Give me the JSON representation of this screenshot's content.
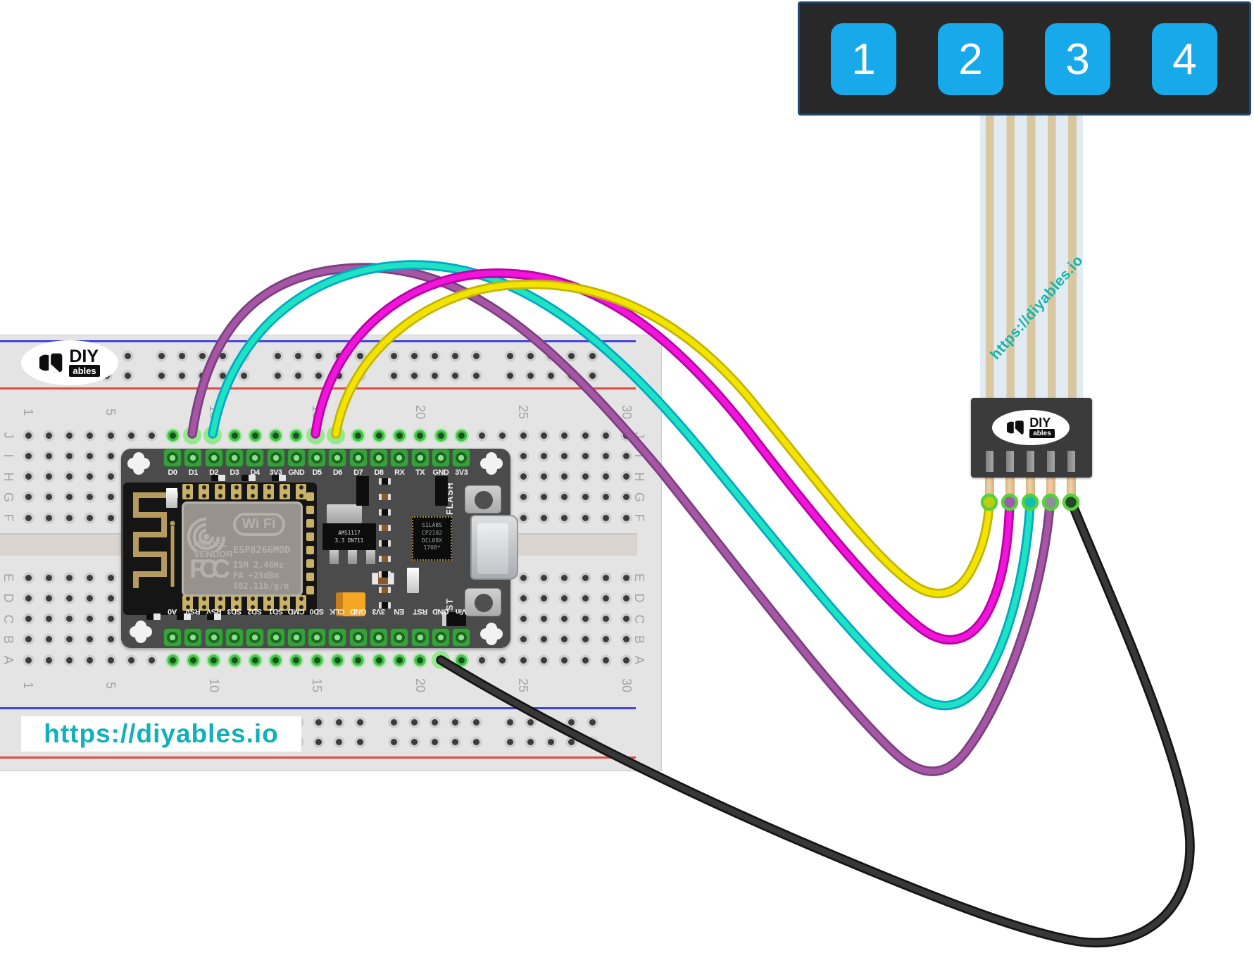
{
  "colors": {
    "keypad_button_blue": "#18a9ea",
    "brand_teal": "#12b2b2",
    "rail_blue": "#4343df",
    "rail_red": "#e04b44"
  },
  "keypad": {
    "buttons": [
      "1",
      "2",
      "3",
      "4"
    ]
  },
  "ribbon": {
    "watermark": "https://diyables.io"
  },
  "connector": {
    "logo": {
      "diy": "DIY",
      "ables": "ables"
    }
  },
  "breadboard": {
    "logo": {
      "diy": "DIY",
      "ables": "ables"
    },
    "url_label": "https://diyables.io",
    "column_numbers": [
      "1",
      "5",
      "10",
      "15",
      "20",
      "25",
      "30"
    ],
    "column_number_positions": [
      1,
      5,
      10,
      15,
      20,
      25,
      30
    ],
    "row_letters_top": [
      "J",
      "I",
      "H",
      "G",
      "F"
    ],
    "row_letters_bottom": [
      "E",
      "D",
      "C",
      "B",
      "A"
    ]
  },
  "nodemcu": {
    "top_pins": [
      "D0",
      "D1",
      "D2",
      "D3",
      "D4",
      "3V3",
      "GND",
      "D5",
      "D6",
      "D7",
      "D8",
      "RX",
      "TX",
      "GND",
      "3V3"
    ],
    "bottom_pins": [
      "A0",
      "RSV",
      "RSV",
      "SD3",
      "SD2",
      "SD1",
      "CMD",
      "SD0",
      "CLK",
      "GND",
      "3V3",
      "EN",
      "RST",
      "GND",
      "Vin"
    ],
    "flash_button": "FLASH",
    "reset_button": "RST",
    "shield": {
      "wifi": "Wi Fi",
      "model": "MODEL",
      "vendor": "VENDOR",
      "chip": "ESP8266MOD",
      "fcc": "FCC",
      "line1": "ISM 2.4GHz",
      "line2": "PA  +25dBm",
      "line3": "802.11b/g/n"
    },
    "regulator": [
      "AMS1117",
      "3.3  DN711"
    ],
    "usb_chip": [
      "SILABS",
      "CP2102",
      "DCL08X",
      "1708*"
    ]
  },
  "wires": [
    {
      "id": "yellow",
      "hex": "#f2e400",
      "outline": "#c3b400",
      "cap": "#c0cc12",
      "from": "keypad pin 1",
      "to": "D6"
    },
    {
      "id": "magenta",
      "hex": "#ef16da",
      "outline": "#bb00a8",
      "cap": "#9f5caa",
      "from": "keypad pin 2",
      "to": "D5"
    },
    {
      "id": "cyan",
      "hex": "#1fe2c3",
      "outline": "#00a8c6",
      "cap": "#12bfae",
      "from": "keypad pin 3",
      "to": "D2"
    },
    {
      "id": "purple",
      "hex": "#a557a5",
      "outline": "#7c3f80",
      "cap": "#8f8f99",
      "from": "keypad pin 4",
      "to": "D1"
    },
    {
      "id": "black",
      "hex": "#383838",
      "outline": "#141414",
      "cap": "#25472a",
      "from": "keypad pin 5",
      "to": "GND"
    }
  ]
}
